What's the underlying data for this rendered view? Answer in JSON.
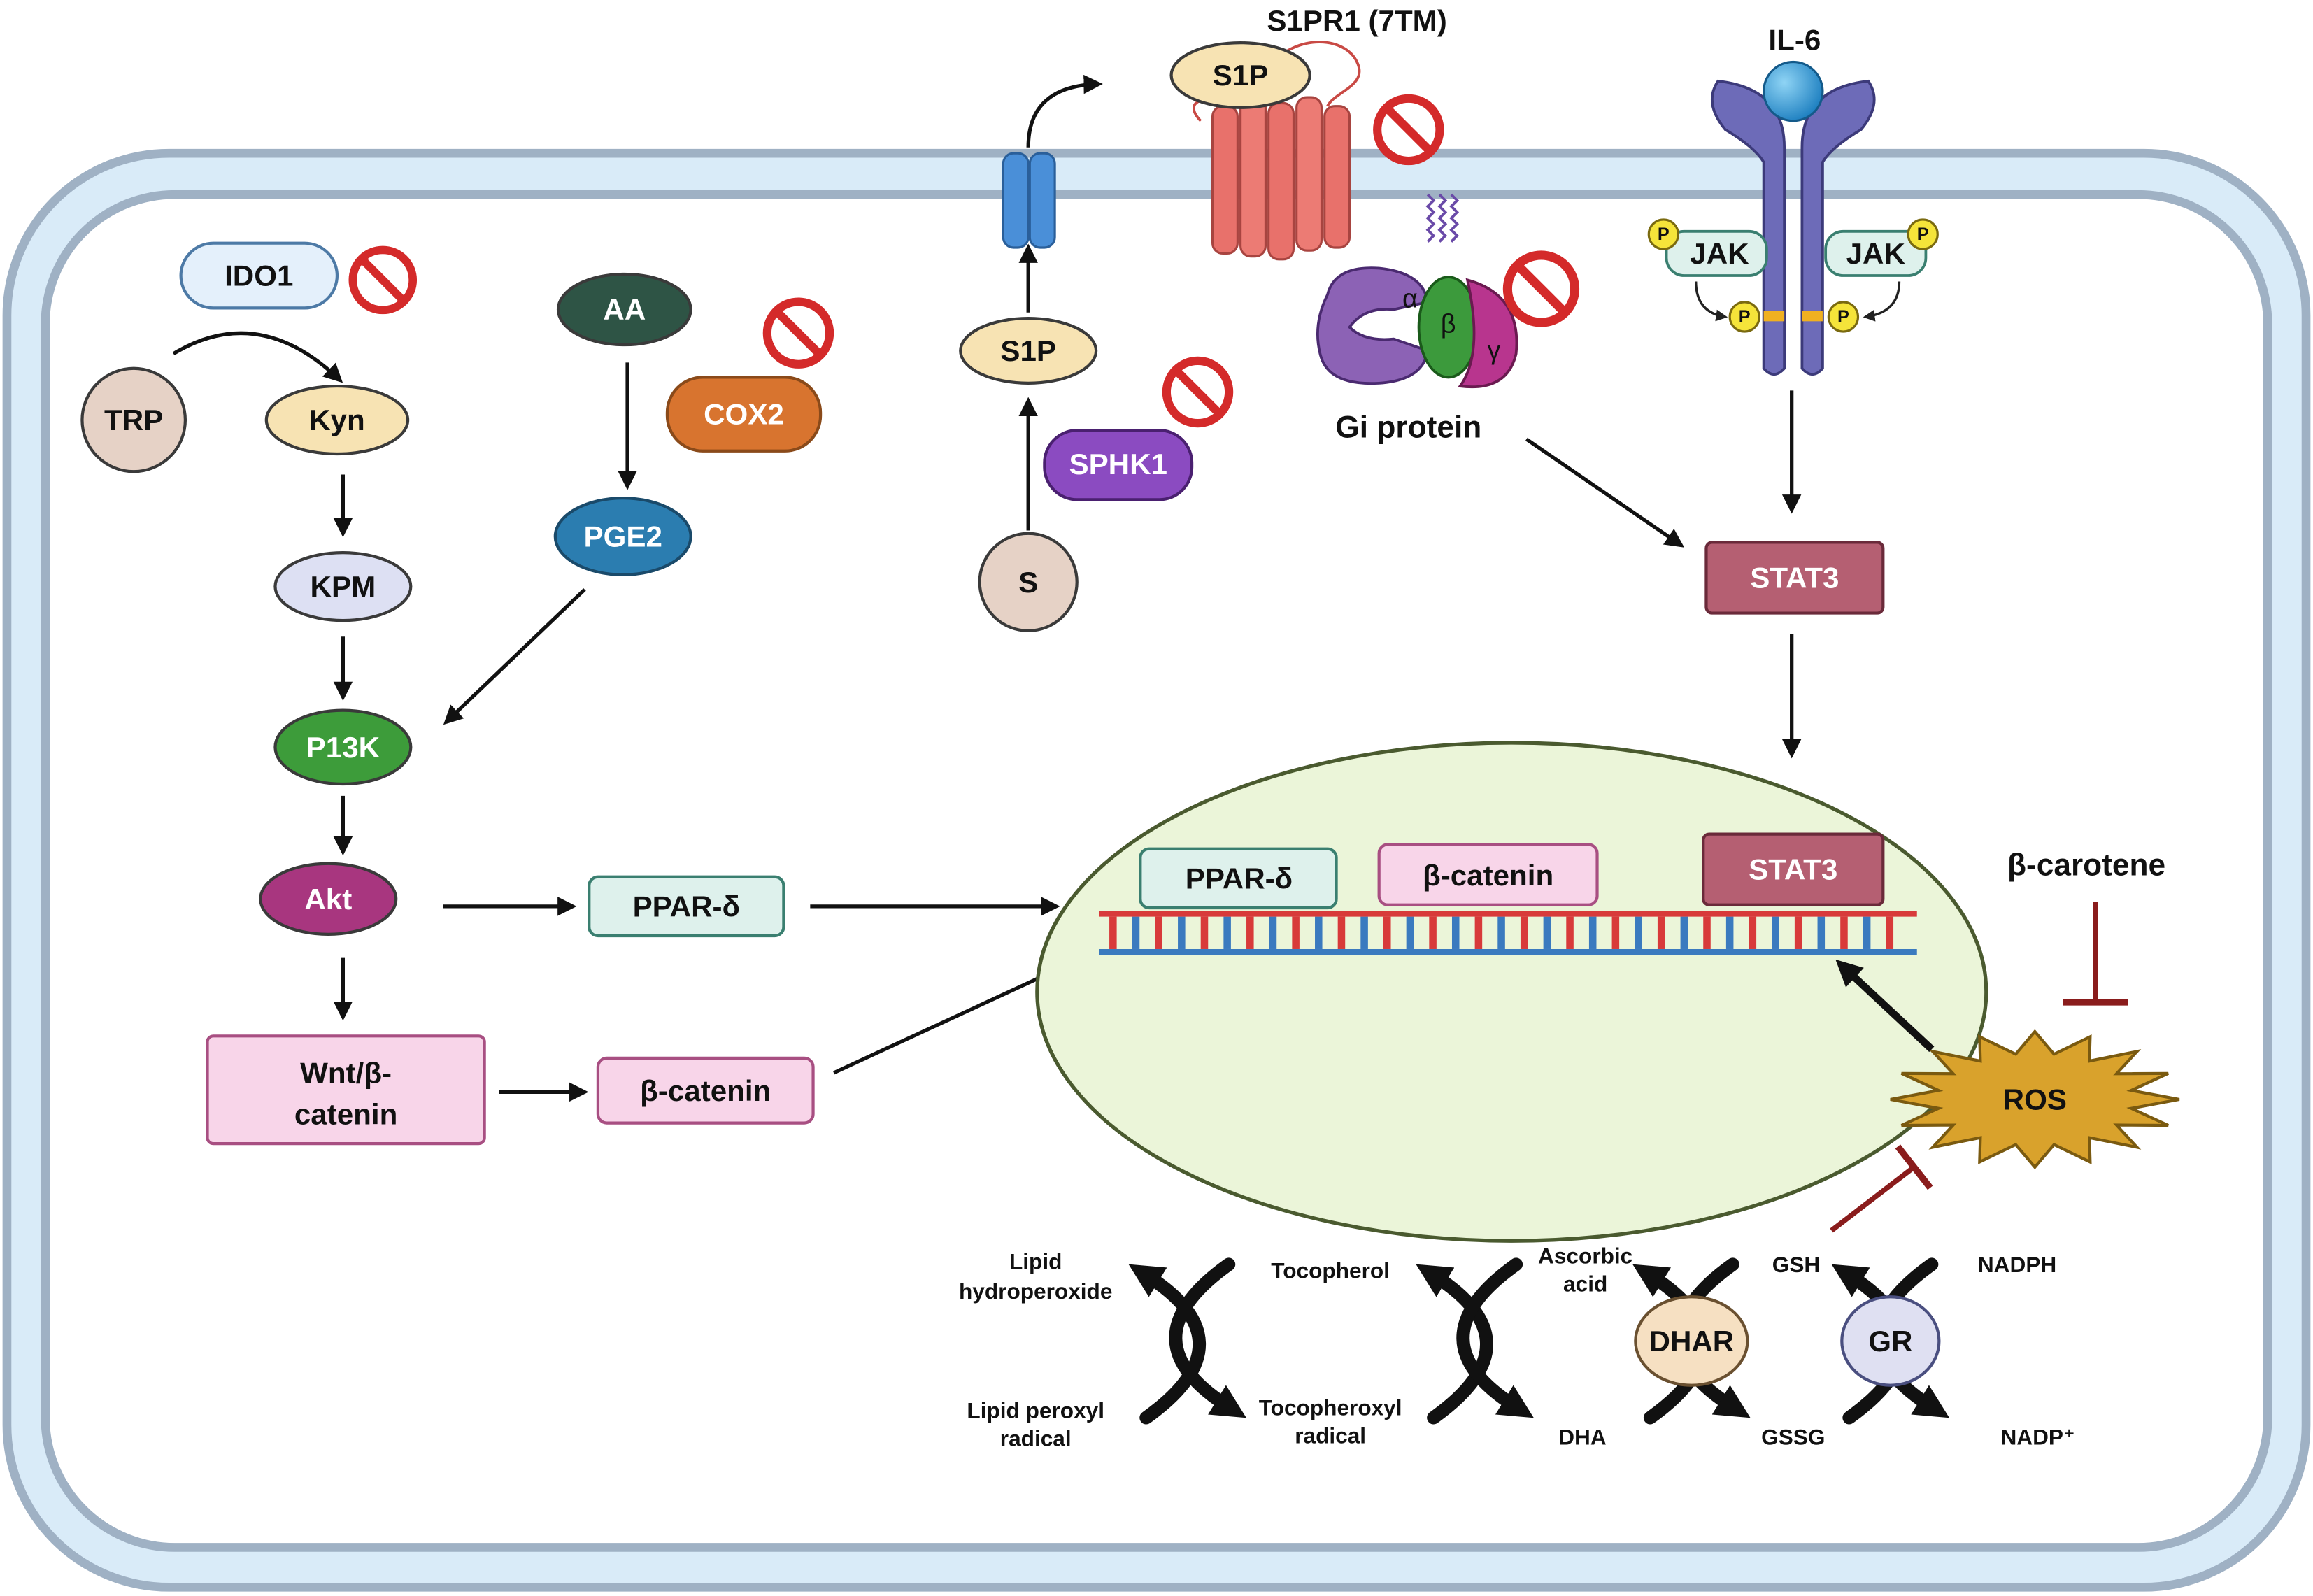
{
  "receptors": {
    "s1pr1": {
      "title": "S1PR1 (7TM)",
      "ligand": "S1P"
    },
    "il6": {
      "title": "IL-6",
      "jak_left": "JAK",
      "jak_right": "JAK",
      "phosphate": "P"
    },
    "gi_protein": {
      "label": "Gi protein",
      "alpha": "α",
      "beta": "β",
      "gamma": "γ"
    }
  },
  "kynurenine_pathway": {
    "enzyme": "IDO1",
    "substrate": "TRP",
    "product": "Kyn",
    "metabolite": "KPM"
  },
  "akt_pathway": {
    "kinase": "P13K",
    "akt": "Akt",
    "ppar": "PPAR-δ",
    "wnt": [
      "Wnt/β-",
      "catenin"
    ],
    "beta_catenin": "β-catenin"
  },
  "prostaglandin_pathway": {
    "substrate": "AA",
    "enzyme": "COX2",
    "product": "PGE2"
  },
  "sphingosine_pathway": {
    "substrate": "S",
    "enzyme": "SPHK1",
    "product": "S1P"
  },
  "cytoplasm": {
    "stat3": "STAT3"
  },
  "nucleus": {
    "ppar": "PPAR-δ",
    "beta_catenin": "β-catenin",
    "stat3": "STAT3"
  },
  "oxidative_stress": {
    "inhibitor": "β-carotene",
    "ros": "ROS"
  },
  "antioxidant_cycle": {
    "lipid_hydroperoxide": [
      "Lipid",
      "hydroperoxide"
    ],
    "lipid_peroxyl_radical": [
      "Lipid peroxyl",
      "radical"
    ],
    "tocopherol": "Tocopherol",
    "tocopheroxyl_radical": [
      "Tocopheroxyl",
      "radical"
    ],
    "ascorbic_acid": [
      "Ascorbic",
      "acid"
    ],
    "dha": "DHA",
    "dhar": "DHAR",
    "gsh": "GSH",
    "gssg": "GSSG",
    "gr": "GR",
    "nadph": "NADPH",
    "nadp": "NADP⁺"
  },
  "colors": {
    "membrane": "#d9ebf8",
    "membrane_edge": "#9fb1c4",
    "inhibition": "#d42a2a",
    "nucleus": "#ebf5d9",
    "p13k": "#3d9c3a",
    "akt": "#a8367f",
    "aa": "#2e5445",
    "pge2": "#2b7db0",
    "cox2": "#d8742f",
    "sphk1": "#8b4bc1",
    "stat3": "#b55f72",
    "ros": "#d9a22c",
    "dna_top": "#d83a3a",
    "dna_bottom": "#3a7abf",
    "block": "#8a1c1c"
  }
}
